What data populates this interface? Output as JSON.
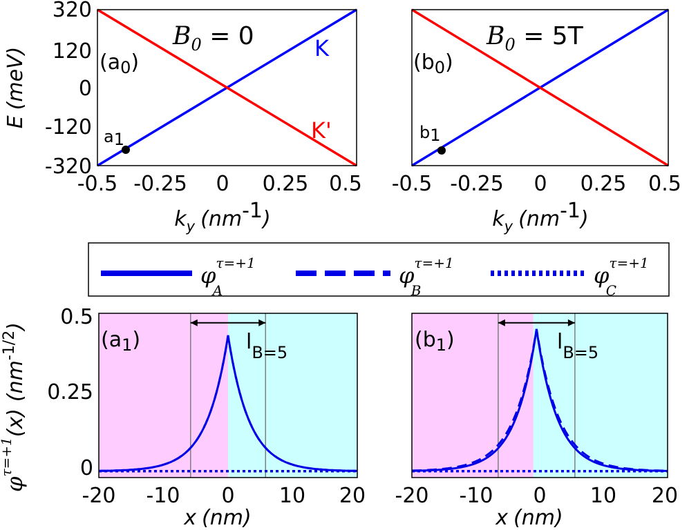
{
  "colors": {
    "K": "#0000ff",
    "K_prime": "#ff0000",
    "phi": "#0000e6",
    "region_left": "#ffccff",
    "region_right": "#ccffff",
    "frame": "#000000",
    "guide": "#808080"
  },
  "top_axes": {
    "ylabel_italic": "E",
    "ylabel_unit": "(meV)",
    "xlabel_italic": "k",
    "xlabel_sub": "y",
    "xlabel_unit": "(nm",
    "xlabel_exp": "-1",
    "xlabel_close": ")",
    "y_ticks": [
      "320",
      "120",
      "0",
      "-120",
      "-320"
    ],
    "x_ticks": [
      "-0.5",
      "-0.25",
      "0",
      "0.25",
      "0.5"
    ]
  },
  "bottom_axes": {
    "ylabel_phi": "φ",
    "ylabel_sup": "τ=+1",
    "ylabel_arg": "(x)",
    "ylabel_unit": "(nm",
    "ylabel_exp": "-1/2",
    "ylabel_close": ")",
    "xlabel_italic": "x",
    "xlabel_unit": "(nm)",
    "y_ticks": [
      "0.5",
      "0.25",
      "0"
    ],
    "x_ticks": [
      "-20",
      "-10",
      "0",
      "10",
      "20"
    ]
  },
  "legend": {
    "items": [
      {
        "base": "φ",
        "sup": "τ=+1",
        "sub": "A",
        "style": "solid"
      },
      {
        "base": "φ",
        "sup": "τ=+1",
        "sub": "B",
        "style": "dashed"
      },
      {
        "base": "φ",
        "sup": "τ=+1",
        "sub": "C",
        "style": "dotted"
      }
    ]
  },
  "length_label": {
    "main": "l",
    "sub": "B=5"
  },
  "chart_data": [
    {
      "type": "line",
      "panel": "(a0)",
      "panel_base": "(a",
      "panel_sub": "0",
      "panel_close": ")",
      "title_math": "B",
      "title_sub": "0",
      "title_rest": " = 0",
      "xlabel": "k_y (nm^-1)",
      "ylabel": "E (meV)",
      "xlim": [
        -0.5,
        0.5
      ],
      "ylim": [
        -320,
        320
      ],
      "grid": false,
      "series": [
        {
          "name": "K",
          "x": [
            -0.5,
            0.5
          ],
          "y": [
            -320,
            320
          ]
        },
        {
          "name": "K'",
          "x": [
            -0.5,
            0.5
          ],
          "y": [
            320,
            -320
          ]
        }
      ],
      "annotations": [
        {
          "text": "a1",
          "base": "a",
          "sub": "1",
          "x": -0.39,
          "y": -250
        }
      ]
    },
    {
      "type": "line",
      "panel": "(b0)",
      "panel_base": "(b",
      "panel_sub": "0",
      "panel_close": ")",
      "title_math": "B",
      "title_sub": "0",
      "title_rest": " = 5T",
      "xlabel": "k_y (nm^-1)",
      "ylabel": "E (meV)",
      "xlim": [
        -0.5,
        0.5
      ],
      "ylim": [
        -320,
        320
      ],
      "grid": false,
      "series": [
        {
          "name": "K",
          "x": [
            -0.5,
            0.5
          ],
          "y": [
            -320,
            320
          ]
        },
        {
          "name": "K'",
          "x": [
            -0.5,
            0.5
          ],
          "y": [
            320,
            -320
          ]
        }
      ],
      "annotations": [
        {
          "text": "b1",
          "base": "b",
          "sub": "1",
          "x": -0.39,
          "y": -250
        }
      ]
    },
    {
      "type": "line",
      "panel": "(a1)",
      "panel_base": "(a",
      "panel_sub": "1",
      "panel_close": ")",
      "xlabel": "x (nm)",
      "ylabel": "φ^{τ=+1}(x) (nm^-1/2)",
      "xlim": [
        -20,
        20
      ],
      "ylim": [
        -0.02,
        0.5
      ],
      "grid": false,
      "regions": [
        {
          "x0": -20,
          "x1": 0,
          "color": "region_left"
        },
        {
          "x0": 0,
          "x1": 20,
          "color": "region_right"
        }
      ],
      "guides_x": [
        -5.8,
        5.8
      ],
      "arrow": {
        "x0": -5.8,
        "x1": 5.8,
        "y": 0.47
      },
      "peak_x": 0,
      "peak_y": 0.43,
      "decay_length": 3.3,
      "series": [
        {
          "name": "φA τ=+1",
          "style": "solid",
          "x": [
            -20,
            -10,
            -5,
            -2,
            0,
            2,
            5,
            10,
            20
          ],
          "y": [
            0.001,
            0.02,
            0.08,
            0.23,
            0.43,
            0.23,
            0.08,
            0.02,
            0.001
          ]
        },
        {
          "name": "φB τ=+1",
          "style": "dashed",
          "x": [
            -20,
            -10,
            -5,
            -2,
            0,
            2,
            5,
            10,
            20
          ],
          "y": [
            0.001,
            0.02,
            0.08,
            0.23,
            0.43,
            0.23,
            0.08,
            0.02,
            0.001
          ]
        },
        {
          "name": "φC τ=+1",
          "style": "dotted",
          "x": [
            -20,
            20
          ],
          "y": [
            0,
            0
          ]
        }
      ]
    },
    {
      "type": "line",
      "panel": "(b1)",
      "panel_base": "(b",
      "panel_sub": "1",
      "panel_close": ")",
      "xlabel": "x (nm)",
      "ylabel": "φ^{τ=+1}(x) (nm^-1/2)",
      "xlim": [
        -20,
        20
      ],
      "ylim": [
        -0.02,
        0.5
      ],
      "grid": false,
      "regions": [
        {
          "x0": -20,
          "x1": -1,
          "color": "region_left"
        },
        {
          "x0": -1,
          "x1": 20,
          "color": "region_right"
        }
      ],
      "guides_x": [
        -6.5,
        5.5
      ],
      "arrow": {
        "x0": -6.5,
        "x1": 5.5,
        "y": 0.47
      },
      "peak_x": -0.5,
      "peak_y": 0.45,
      "decay_length": 3.3,
      "series": [
        {
          "name": "φA τ=+1",
          "style": "solid",
          "x": [
            -20,
            -10,
            -5,
            -2,
            -0.5,
            1,
            4,
            10,
            20
          ],
          "y": [
            0.001,
            0.02,
            0.07,
            0.2,
            0.45,
            0.25,
            0.09,
            0.015,
            0.001
          ]
        },
        {
          "name": "φB τ=+1",
          "style": "dashed",
          "x": [
            -20,
            -10,
            -5,
            -2,
            -0.5,
            1,
            4,
            10,
            20
          ],
          "y": [
            0.001,
            0.025,
            0.08,
            0.22,
            0.45,
            0.27,
            0.1,
            0.02,
            0.001
          ]
        },
        {
          "name": "φC τ=+1",
          "style": "dotted",
          "x": [
            -20,
            20
          ],
          "y": [
            0,
            0
          ]
        }
      ]
    }
  ]
}
